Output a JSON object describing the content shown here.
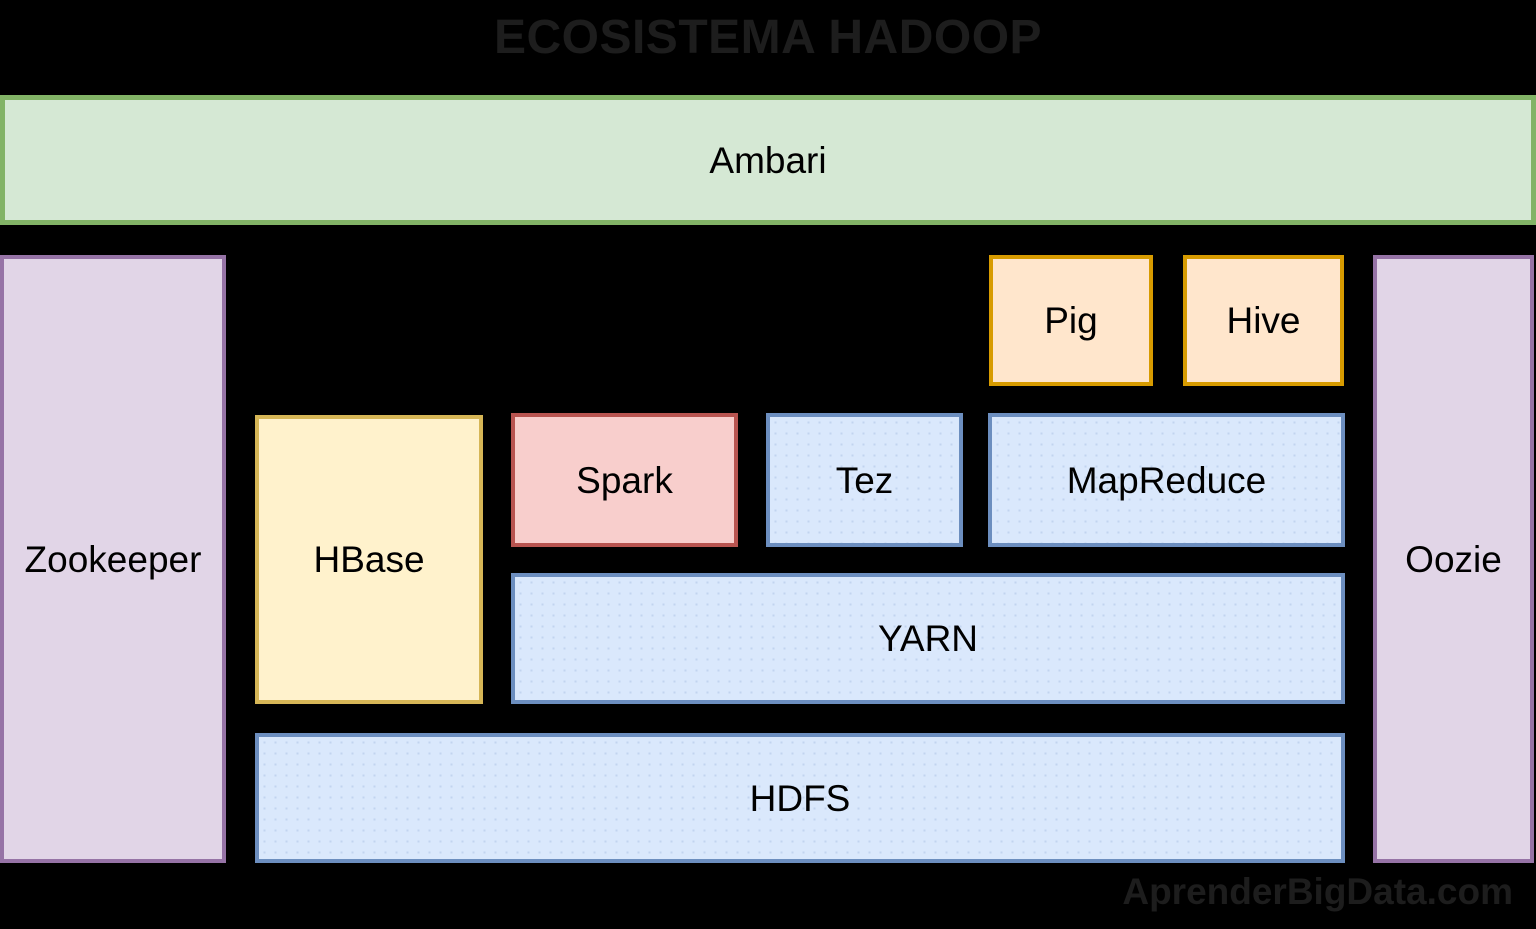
{
  "title": "ECOSISTEMA HADOOP",
  "watermark": "AprenderBigData.com",
  "colors": {
    "canvas-bg": "#000000",
    "faint-text": "#1d1d1d",
    "green-fill": "#d5e8d4",
    "green-stroke": "#82b366",
    "purple-fill": "#e1d5e7",
    "purple-stroke": "#9673a6",
    "peach-fill": "#ffe6cc",
    "peach-stroke": "#d79b00",
    "yellow-fill": "#fff2cc",
    "yellow-stroke": "#d6b656",
    "red-fill": "#f8cecc",
    "red-stroke": "#b85450",
    "blue-fill": "#dae8fc",
    "blue-stroke": "#6c8ebf"
  },
  "nodes": {
    "ambari": {
      "label": "Ambari"
    },
    "zookeeper": {
      "label": "Zookeeper"
    },
    "oozie": {
      "label": "Oozie"
    },
    "pig": {
      "label": "Pig"
    },
    "hive": {
      "label": "Hive"
    },
    "hbase": {
      "label": "HBase"
    },
    "spark": {
      "label": "Spark"
    },
    "tez": {
      "label": "Tez"
    },
    "mapreduce": {
      "label": "MapReduce"
    },
    "yarn": {
      "label": "YARN"
    },
    "hdfs": {
      "label": "HDFS"
    }
  }
}
